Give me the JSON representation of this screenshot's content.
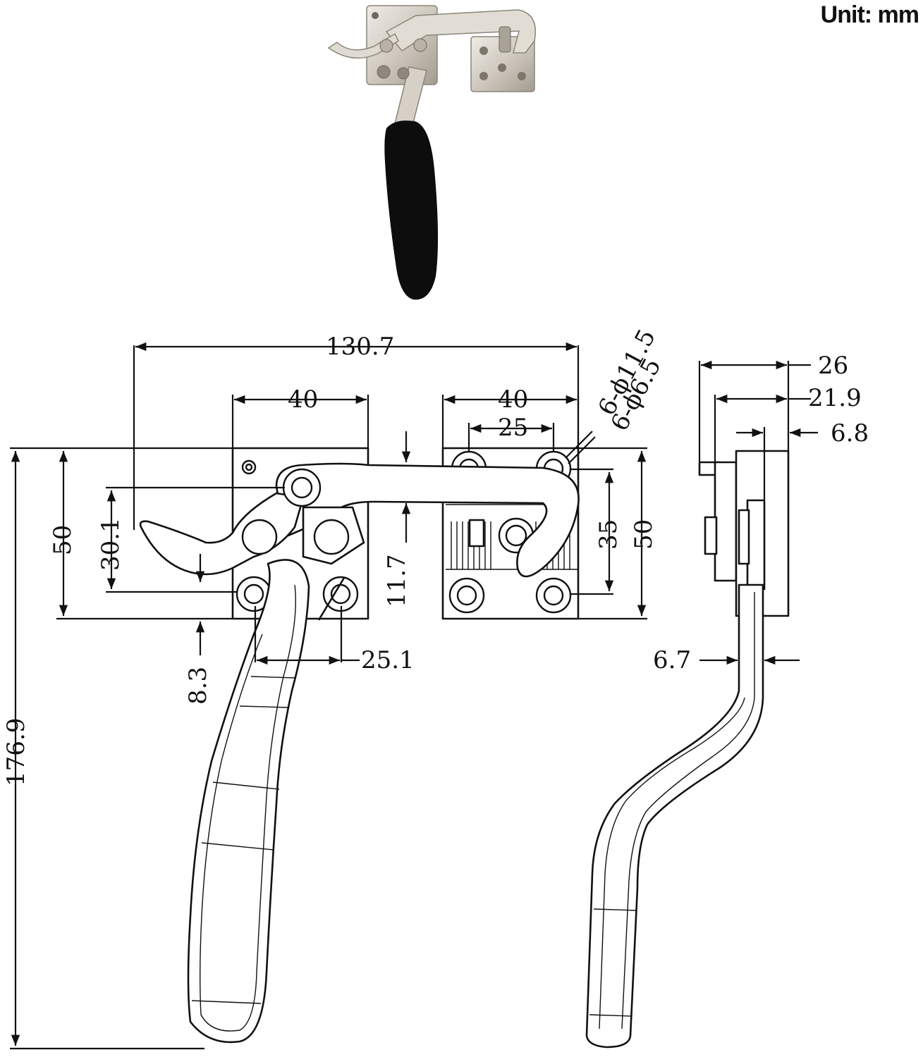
{
  "unit_label": "Unit: mm",
  "icons": [
    "product-photo-icon",
    "clamp-front-view-icon",
    "clamp-side-view-icon"
  ],
  "dimensions": {
    "overall_width": "130.7",
    "left_plate_width": "40",
    "right_plate_width": "40",
    "hole_spacing": "25",
    "hole_outer": "6-ϕ11.5",
    "hole_inner": "6-ϕ6.5",
    "plate_height_left": "50",
    "hook_offset": "30.1",
    "hook_gap": "11.7",
    "right_hole_spacing_v": "35",
    "plate_height_right": "50",
    "handle_offset": "8.3",
    "hole_spacing_handle": "25.1",
    "overall_height": "176.9",
    "side_width": "26",
    "side_inner_width": "21.9",
    "plate_thickness": "6.8",
    "handle_thickness": "6.7"
  },
  "colors": {
    "line": "#111111",
    "background": "#ffffff",
    "grip": "#111111",
    "metal": "#d9d4cc"
  }
}
